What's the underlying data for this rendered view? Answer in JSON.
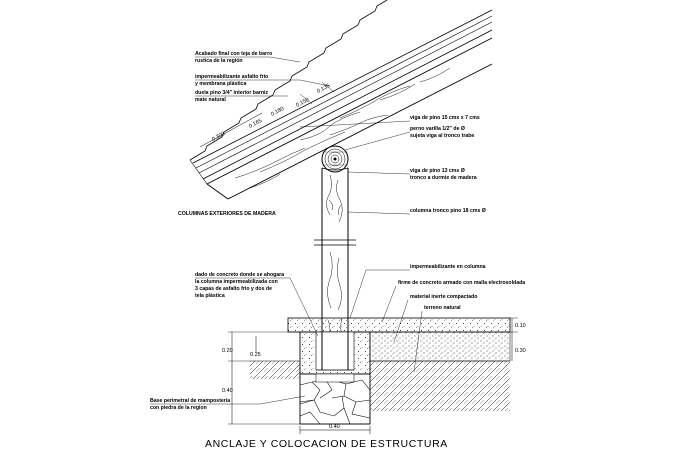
{
  "title": "ANCLAJE Y COLOCACION DE ESTRUCTURA",
  "side_label": "COLUMNAS EXTERIORES DE MADERA",
  "roof_labels": [
    "Acabado final con teja de barro",
    "rustica de la región",
    "impermeabilizante asfalto frio",
    "y membrana plástica",
    "duela pino 3/4\" interior barniz",
    "mate natural"
  ],
  "right_labels": [
    "viga de pino 15 cms  x 7 cms",
    "perno varilla 1/2\" de Ø",
    "sujeta viga al tronco trabe",
    "viga de pino 13 cms Ø",
    "tronco a durmie de madera",
    "columna tronco pino 18 cms Ø",
    "impermeabilizante en columna",
    "firme de concreto armado con malla electrosoldada",
    "material inerte compactado",
    "terreno natural"
  ],
  "left_labels": [
    "dado de concreto donde se ahogara",
    "la columna impermeabilizada con",
    "3 capas de asfalto frio y dos de",
    "tela plástica",
    "Base perimetral de mamposteria",
    "con piedra de la region"
  ],
  "dimensions": {
    "roof": [
      "0.300",
      "0.165",
      "0.180",
      "0.150",
      "0.135"
    ],
    "left": [
      "0.20",
      "0.25",
      "0.40"
    ],
    "right": [
      "0.10",
      "0.30"
    ],
    "bottom": "0.40"
  }
}
